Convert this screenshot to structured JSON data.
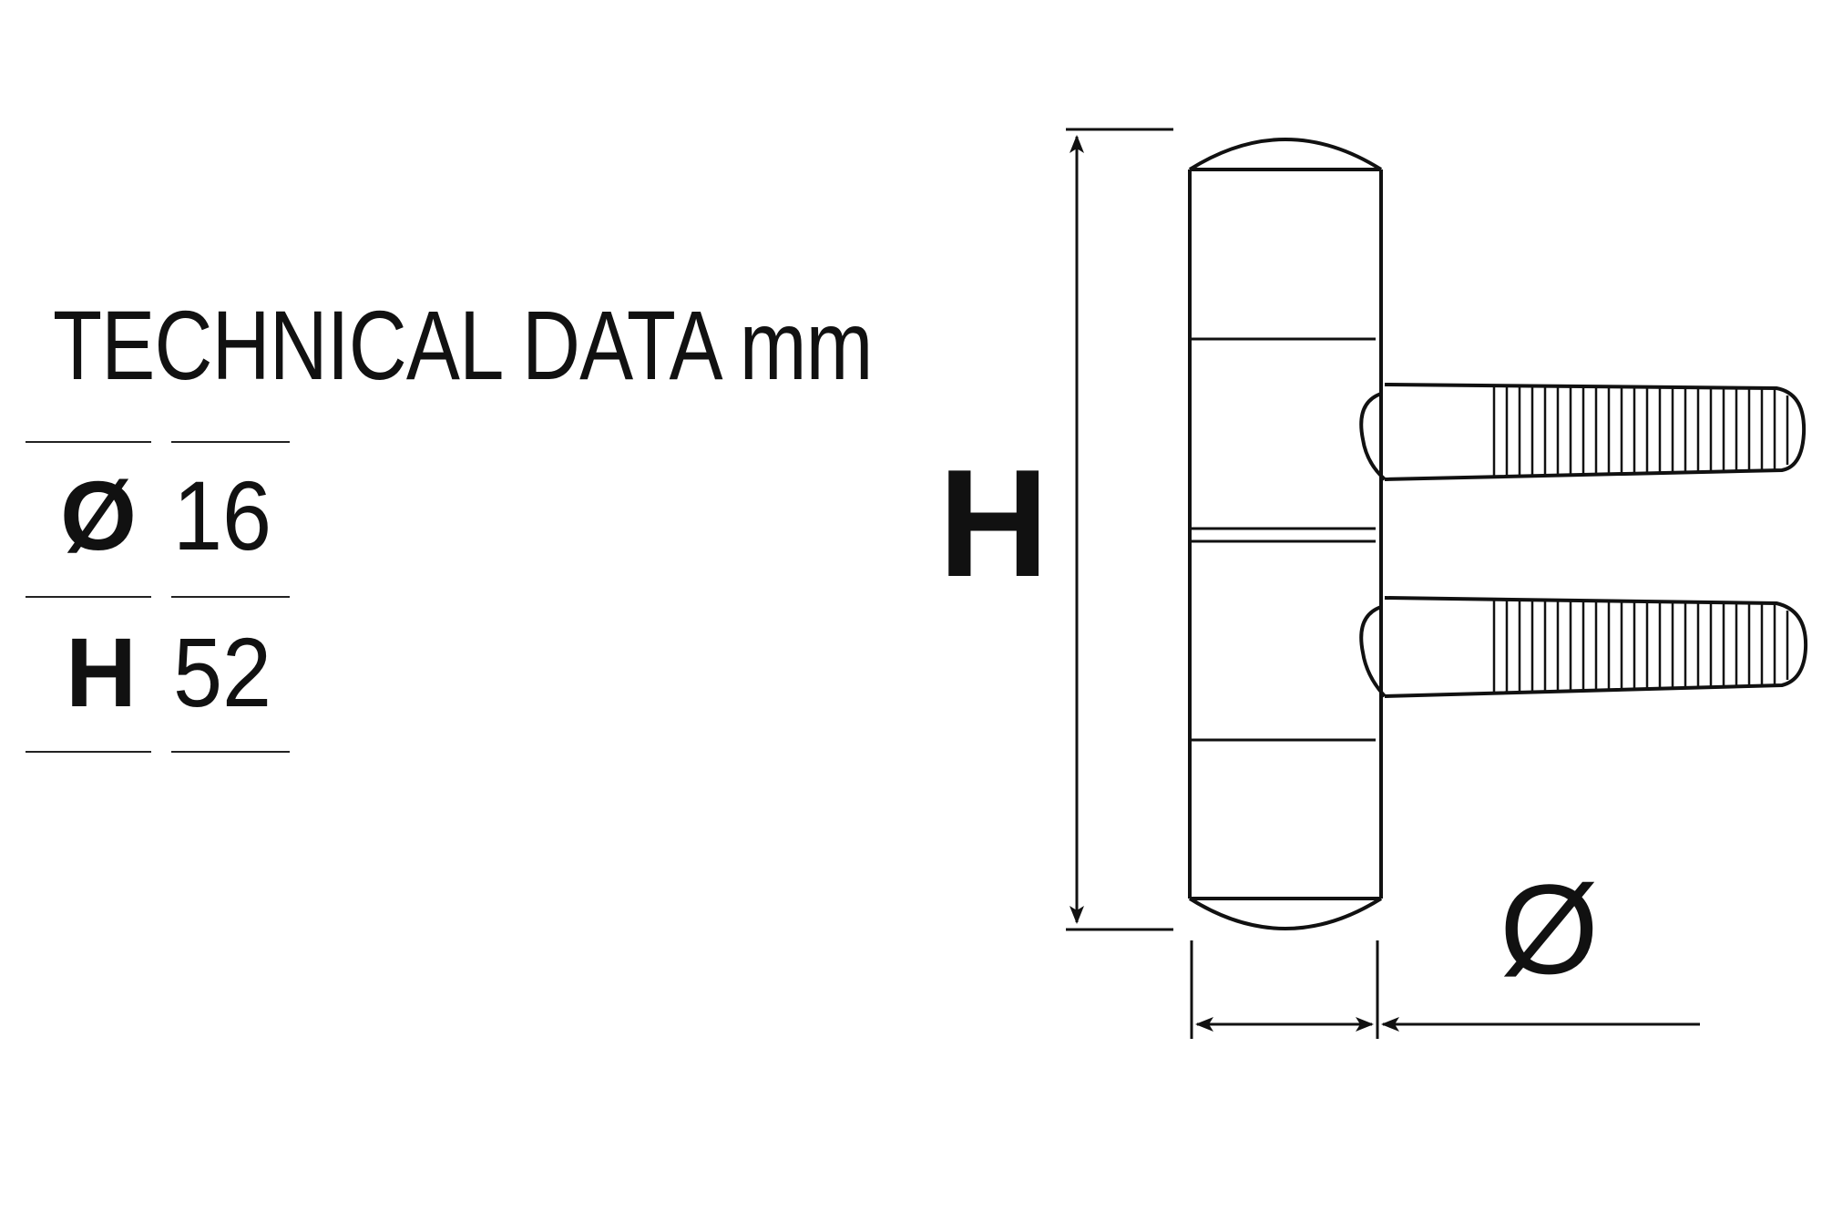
{
  "heading": "TECHNICAL DATA mm",
  "table": [
    {
      "symbol": "Ø",
      "value": "16"
    },
    {
      "symbol": "H",
      "value": "52"
    }
  ],
  "dimension_labels": {
    "height": "H",
    "diameter": "Ø"
  },
  "colors": {
    "line": "#111111",
    "background": "#ffffff"
  }
}
